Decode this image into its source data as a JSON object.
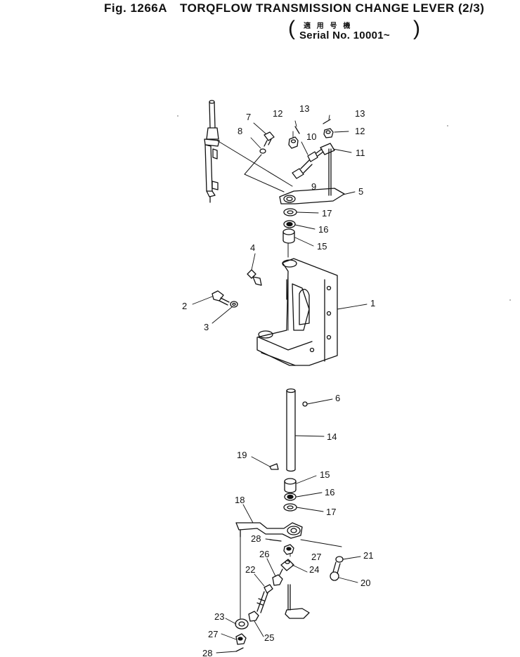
{
  "header": {
    "fig_no": "Fig. 1266A",
    "title": "TORQFLOW TRANSMISSION CHANGE LEVER",
    "page_fraction": "(2/3)",
    "applicable_label_jp": "適 用 号 機",
    "serial": "Serial No. 10001~"
  },
  "callouts": [
    {
      "id": "c1",
      "label": "1"
    },
    {
      "id": "c2",
      "label": "2"
    },
    {
      "id": "c3",
      "label": "3"
    },
    {
      "id": "c4",
      "label": "4"
    },
    {
      "id": "c5",
      "label": "5"
    },
    {
      "id": "c6",
      "label": "6"
    },
    {
      "id": "c7",
      "label": "7"
    },
    {
      "id": "c8",
      "label": "8"
    },
    {
      "id": "c9",
      "label": "9"
    },
    {
      "id": "c10",
      "label": "10"
    },
    {
      "id": "c11",
      "label": "11"
    },
    {
      "id": "c12a",
      "label": "12"
    },
    {
      "id": "c12b",
      "label": "12"
    },
    {
      "id": "c13a",
      "label": "13"
    },
    {
      "id": "c13b",
      "label": "13"
    },
    {
      "id": "c14",
      "label": "14"
    },
    {
      "id": "c15a",
      "label": "15"
    },
    {
      "id": "c15b",
      "label": "15"
    },
    {
      "id": "c16a",
      "label": "16"
    },
    {
      "id": "c16b",
      "label": "16"
    },
    {
      "id": "c17a",
      "label": "17"
    },
    {
      "id": "c17b",
      "label": "17"
    },
    {
      "id": "c18",
      "label": "18"
    },
    {
      "id": "c19",
      "label": "19"
    },
    {
      "id": "c20",
      "label": "20"
    },
    {
      "id": "c21",
      "label": "21"
    },
    {
      "id": "c22",
      "label": "22"
    },
    {
      "id": "c23",
      "label": "23"
    },
    {
      "id": "c24",
      "label": "24"
    },
    {
      "id": "c25",
      "label": "25"
    },
    {
      "id": "c26",
      "label": "26"
    },
    {
      "id": "c27a",
      "label": "27"
    },
    {
      "id": "c27b",
      "label": "27"
    },
    {
      "id": "c28a",
      "label": "28"
    },
    {
      "id": "c28b",
      "label": "28"
    }
  ]
}
